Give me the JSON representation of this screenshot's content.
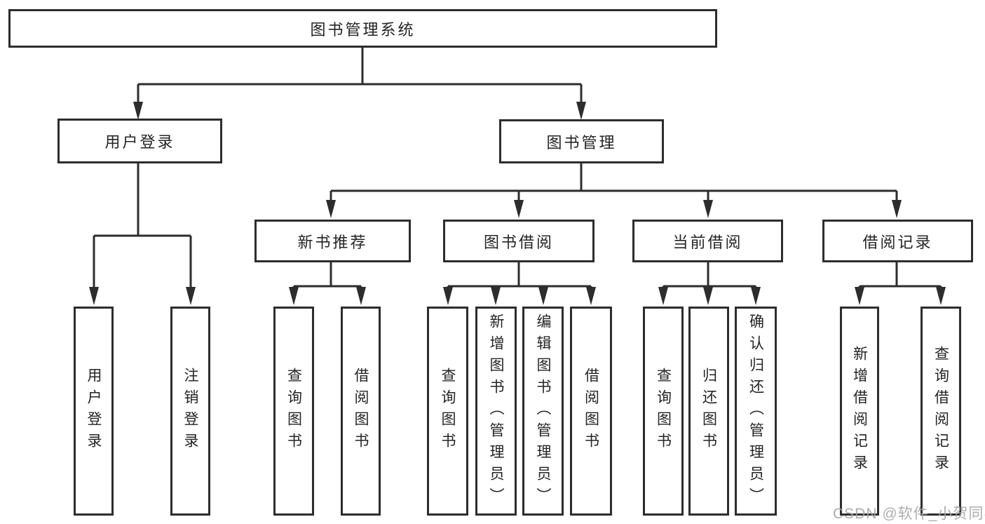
{
  "colors": {
    "background": "#ffffff",
    "line": "#2d2d2d",
    "box_border": "#2d2d2d",
    "text": "#242424",
    "watermark": "#a4a4a4"
  },
  "watermark": {
    "text": "CSDN @软件_小贺同学"
  },
  "diagram": {
    "root": {
      "label": "图书管理系统"
    },
    "branches": [
      {
        "label": "用户登录",
        "children": [
          {
            "label": "用户登录"
          },
          {
            "label": "注销登录"
          }
        ]
      },
      {
        "label": "图书管理",
        "children": [
          {
            "label": "新书推荐",
            "children": [
              {
                "label": "查询图书"
              },
              {
                "label": "借阅图书"
              }
            ]
          },
          {
            "label": "图书借阅",
            "children": [
              {
                "label": "查询图书"
              },
              {
                "label": "新增图书（管理员）"
              },
              {
                "label": "编辑图书（管理员）"
              },
              {
                "label": "借阅图书"
              }
            ]
          },
          {
            "label": "当前借阅",
            "children": [
              {
                "label": "查询图书"
              },
              {
                "label": "归还图书"
              },
              {
                "label": "确认归还（管理员）"
              }
            ]
          },
          {
            "label": "借阅记录",
            "children": [
              {
                "label": "新增借阅记录"
              },
              {
                "label": "查询借阅记录"
              }
            ]
          }
        ]
      }
    ]
  }
}
